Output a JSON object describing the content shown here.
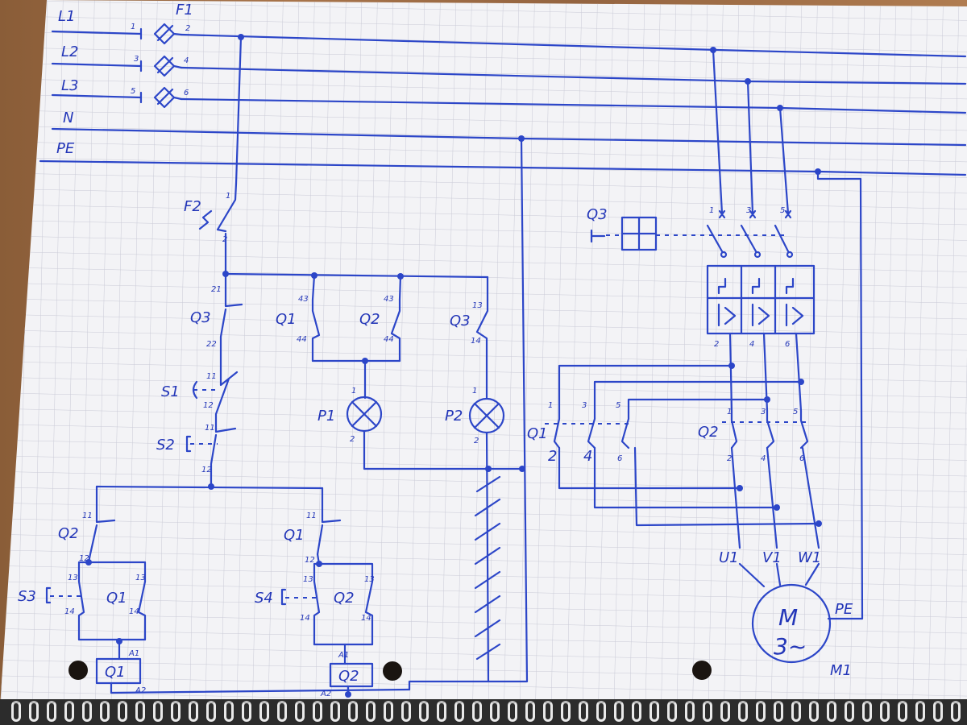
{
  "bus": {
    "l1": "L1",
    "l2": "L2",
    "l3": "L3",
    "n": "N",
    "pe": "PE"
  },
  "fuse_f1": {
    "name": "F1",
    "pins": [
      "1",
      "2",
      "3",
      "4",
      "5",
      "6"
    ]
  },
  "fuse_f2": {
    "name": "F2",
    "pin_top": "1",
    "pin_bottom": "2"
  },
  "contact_q3_nc": {
    "name": "Q3",
    "pin_top": "21",
    "pin_bottom": "22"
  },
  "button_s1": {
    "name": "S1",
    "pin_top": "11",
    "pin_bottom": "12"
  },
  "button_s2": {
    "name": "S2",
    "pin_top": "11",
    "pin_bottom": "12"
  },
  "aux_q1_no": {
    "name": "Q1",
    "pin_top": "43",
    "pin_bottom": "44"
  },
  "aux_q2_no": {
    "name": "Q2",
    "pin_top": "43",
    "pin_bottom": "44"
  },
  "aux_q3_no": {
    "name": "Q3",
    "pin_top": "13",
    "pin_bottom": "14"
  },
  "lamp_p1": {
    "name": "P1",
    "pin_top": "1",
    "pin_bottom": "2"
  },
  "lamp_p2": {
    "name": "P2",
    "pin_top": "1",
    "pin_bottom": "2"
  },
  "left_branch": {
    "interlock": {
      "name": "Q2",
      "pin_top": "11",
      "pin_bottom": "12"
    },
    "button": {
      "name": "S3",
      "pin_top": "13",
      "pin_bottom": "14"
    },
    "hold": {
      "name": "Q1",
      "pin_top": "13",
      "pin_bottom": "14"
    },
    "coil": {
      "name": "Q1",
      "a1": "A1",
      "a2": "A2"
    }
  },
  "right_branch": {
    "interlock": {
      "name": "Q1",
      "pin_top": "11",
      "pin_bottom": "12"
    },
    "button": {
      "name": "S4",
      "pin_top": "13",
      "pin_bottom": "14"
    },
    "hold": {
      "name": "Q2",
      "pin_top": "13",
      "pin_bottom": "14"
    },
    "coil": {
      "name": "Q2",
      "a1": "A1",
      "a2": "A2"
    }
  },
  "breaker_q3": {
    "name": "Q3",
    "pins_top": [
      "1",
      "3",
      "5"
    ],
    "pins_bottom": [
      "2",
      "4",
      "6"
    ]
  },
  "contactor_q1": {
    "name": "Q1",
    "pins_top": [
      "1",
      "3",
      "5"
    ],
    "pins_bottom": [
      "2",
      "4",
      "6"
    ]
  },
  "contactor_q2": {
    "name": "Q2",
    "pins_top": [
      "1",
      "3",
      "5"
    ],
    "pins_bottom": [
      "2",
      "4",
      "6"
    ]
  },
  "motor": {
    "name": "M1",
    "symbol": "M",
    "phase": "3~",
    "terminals": [
      "U1",
      "V1",
      "W1"
    ],
    "pe": "PE"
  },
  "colors": {
    "ink": "#2c46c8",
    "paper": "#f3f3f6",
    "grid": "#c9cad6",
    "wood": "#a8744a",
    "spiral": "#2c2c2c"
  }
}
